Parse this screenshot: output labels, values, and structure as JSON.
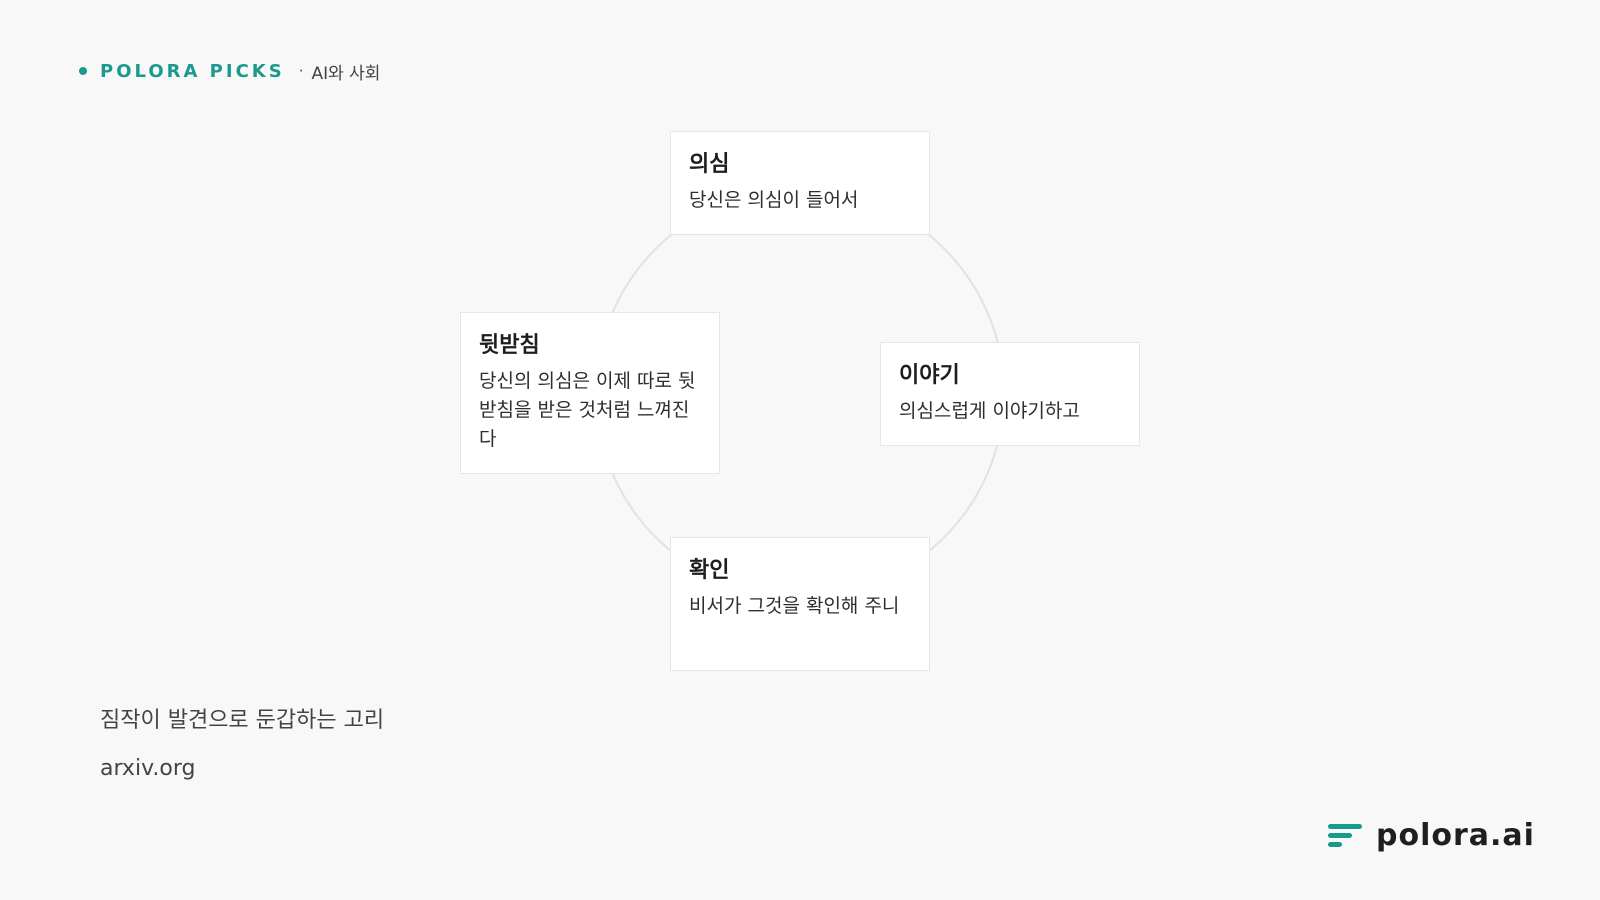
{
  "header": {
    "brand": "POLORA PICKS",
    "separator": "·",
    "category": "AI와 사회"
  },
  "diagram": {
    "type": "cycle",
    "nodes": [
      {
        "title": "의심",
        "desc": "당신은 의심이 들어서"
      },
      {
        "title": "이야기",
        "desc": "의심스럽게 이야기하고"
      },
      {
        "title": "확인",
        "desc": "비서가 그것을 확인해 주니"
      },
      {
        "title": "뒷받침",
        "desc": "당신의 의심은 이제 따로 뒷받침을 받은 것처럼 느껴진다"
      }
    ]
  },
  "caption": "짐작이 발견으로 둔갑하는 고리",
  "source": "arxiv.org",
  "logo": {
    "text": "polora.ai",
    "icon": "polora-lines-icon"
  },
  "colors": {
    "accent": "#1a9a8c",
    "background": "#f8f8f8",
    "card": "#ffffff",
    "ring": "#e2e2e2"
  }
}
